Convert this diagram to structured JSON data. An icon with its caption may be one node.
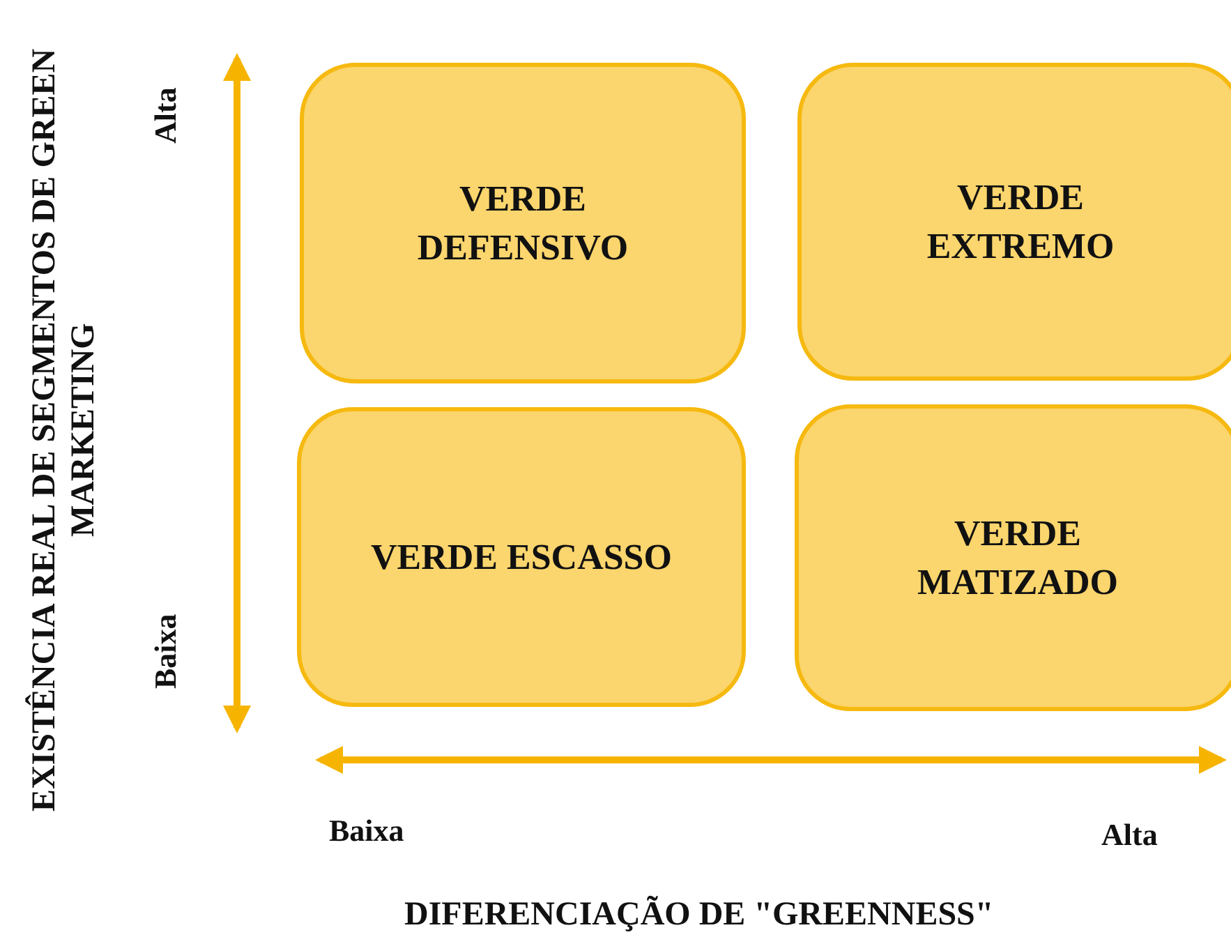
{
  "diagram": {
    "nodes": [
      {
        "text": [
          "VERDE DEFENSIVO"
        ]
      },
      {
        "text": [
          "VERDE EXTREMO"
        ]
      },
      {
        "text": [
          "VERDE ESCASSO"
        ]
      },
      {
        "text": [
          "VERDE MATIZADO"
        ]
      }
    ],
    "labels": [
      "EXISTÊNCIA REAL DE SEGMENTOS DE GREEN MARKETING",
      "Alta",
      "Baixa",
      "Baixa",
      "Alta",
      "DIFERENCIAÇÃO DE \"GREENNESS\""
    ]
  }
}
